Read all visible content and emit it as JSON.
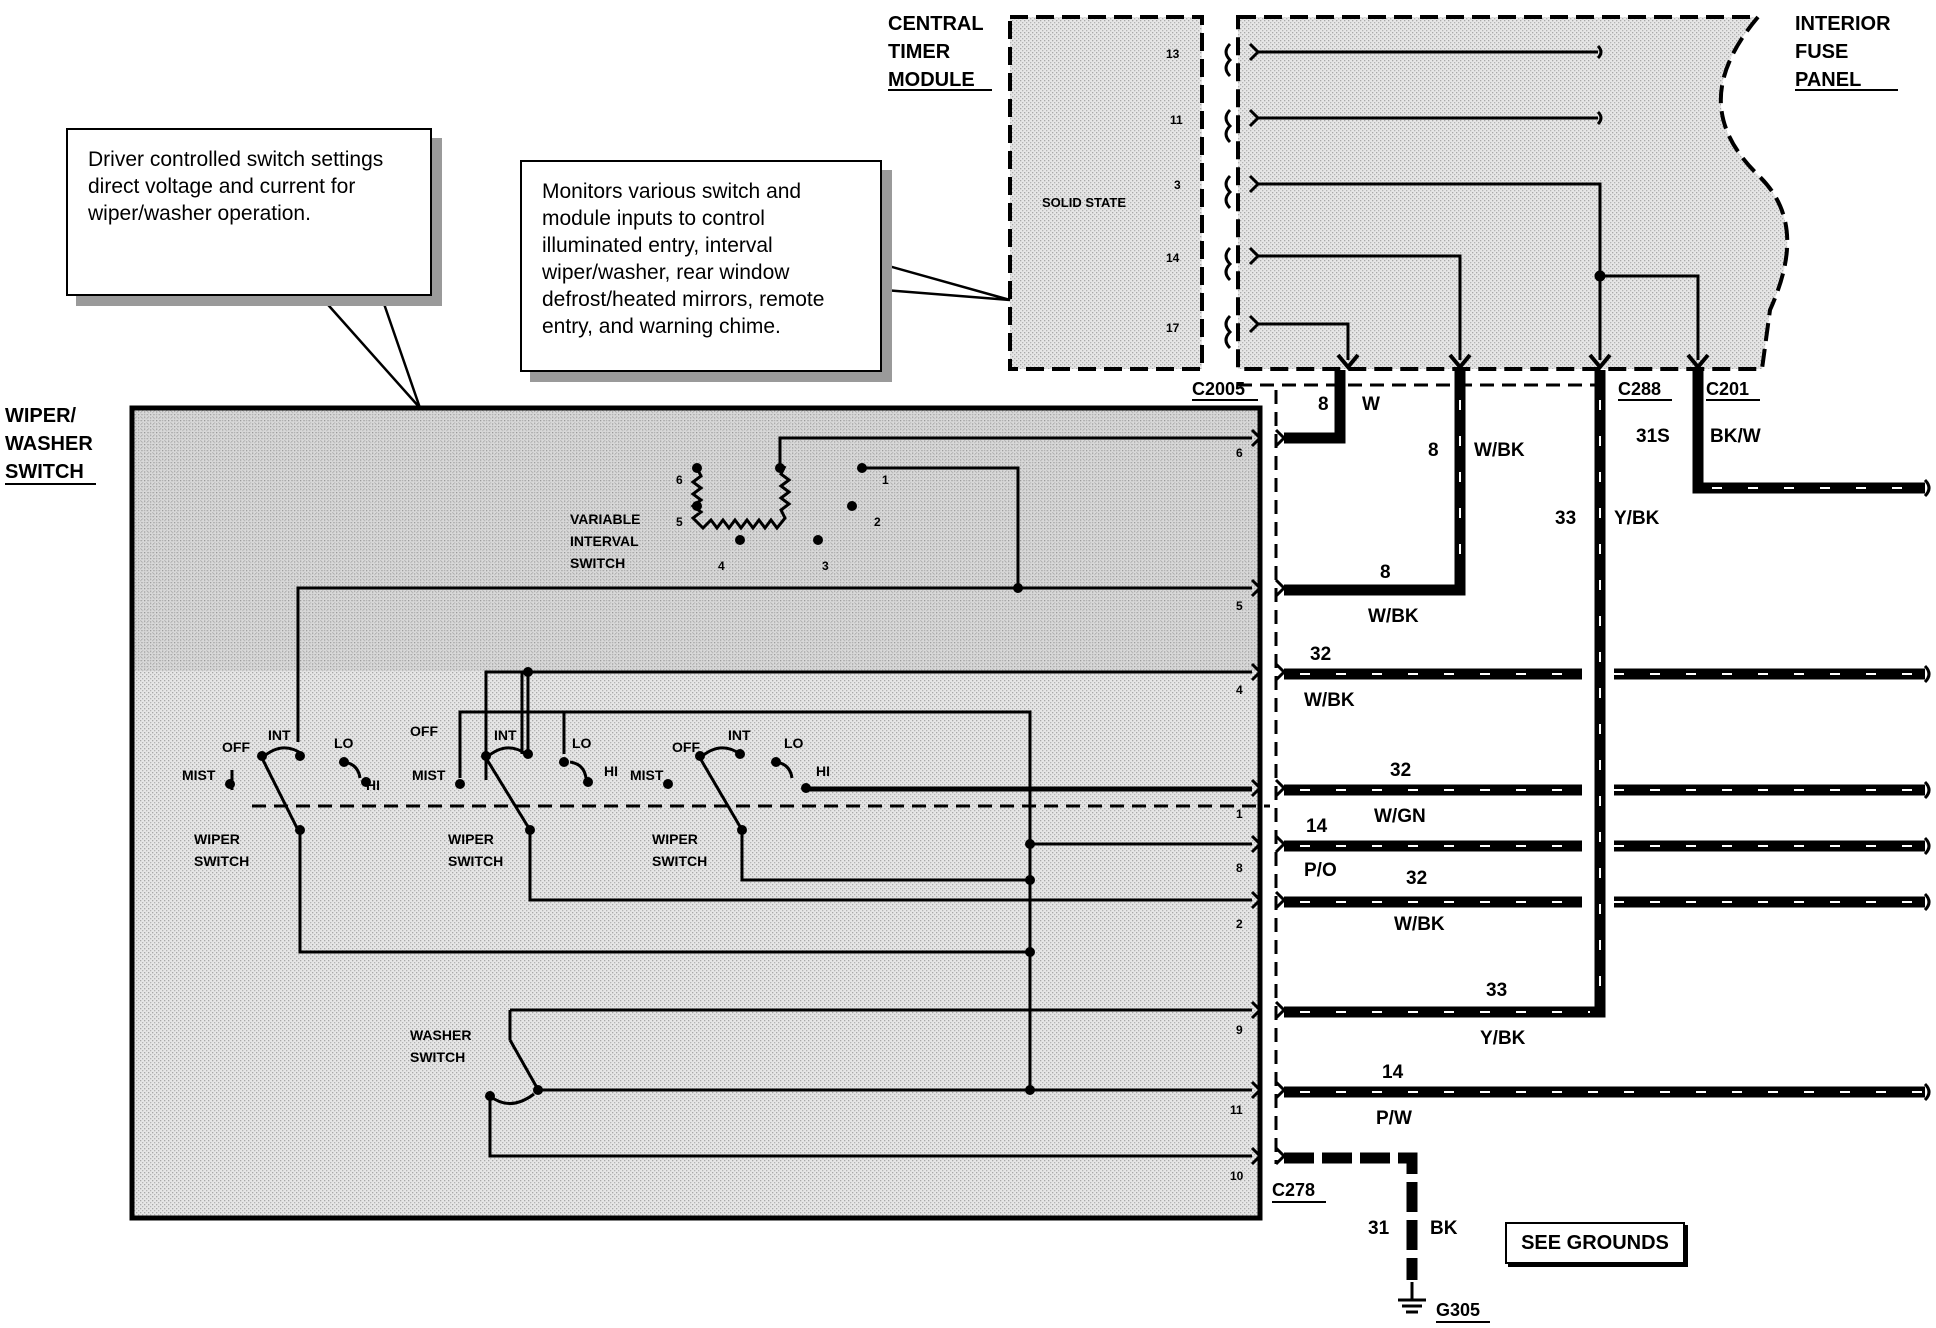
{
  "modules": {
    "central_timer": {
      "line1": "CENTRAL",
      "line2": "TIMER",
      "line3": "MODULE",
      "inner_label": "SOLID STATE",
      "pins": [
        "13",
        "11",
        "3",
        "14",
        "17"
      ]
    },
    "interior_fuse_panel": {
      "line1": "INTERIOR",
      "line2": "FUSE",
      "line3": "PANEL"
    },
    "wiper_washer_switch": {
      "line1": "WIPER/",
      "line2": "WASHER",
      "line3": "SWITCH",
      "pins": [
        "6",
        "5",
        "4",
        "1",
        "8",
        "2",
        "9",
        "11",
        "10"
      ]
    }
  },
  "callouts": {
    "switch_note": "Driver controlled switch settings direct voltage and current for wiper/washer operation.",
    "timer_note": "Monitors various switch and module inputs to control illuminated entry, interval wiper/washer, rear window defrost/heated mirrors, remote entry, and warning chime."
  },
  "connectors": {
    "c2005": "C2005",
    "c288": "C288",
    "c201": "C201",
    "c278": "C278",
    "g305": "G305"
  },
  "internal": {
    "variable_interval": [
      "VARIABLE",
      "INTERVAL",
      "SWITCH"
    ],
    "interval_positions": [
      "6",
      "5",
      "4",
      "3",
      "2",
      "1"
    ],
    "wiper_switch": [
      "WIPER",
      "SWITCH"
    ],
    "washer_switch": [
      "WASHER",
      "SWITCH"
    ],
    "positions": {
      "off": "OFF",
      "int": "INT",
      "lo": "LO",
      "hi": "HI",
      "mist": "MIST"
    }
  },
  "wires": [
    {
      "circuit": "8",
      "color": "W"
    },
    {
      "circuit": "8",
      "color": "W/BK"
    },
    {
      "circuit": "33",
      "color": "Y/BK"
    },
    {
      "circuit": "31S",
      "color": "BK/W"
    },
    {
      "circuit": "8",
      "color": "W/BK"
    },
    {
      "circuit": "32",
      "color": "W/BK"
    },
    {
      "circuit": "32",
      "color": "W/GN"
    },
    {
      "circuit": "14",
      "color": "P/O"
    },
    {
      "circuit": "32",
      "color": "W/BK"
    },
    {
      "circuit": "33",
      "color": "Y/BK"
    },
    {
      "circuit": "14",
      "color": "P/W"
    },
    {
      "circuit": "31",
      "color": "BK"
    }
  ],
  "see_grounds": "SEE GROUNDS"
}
